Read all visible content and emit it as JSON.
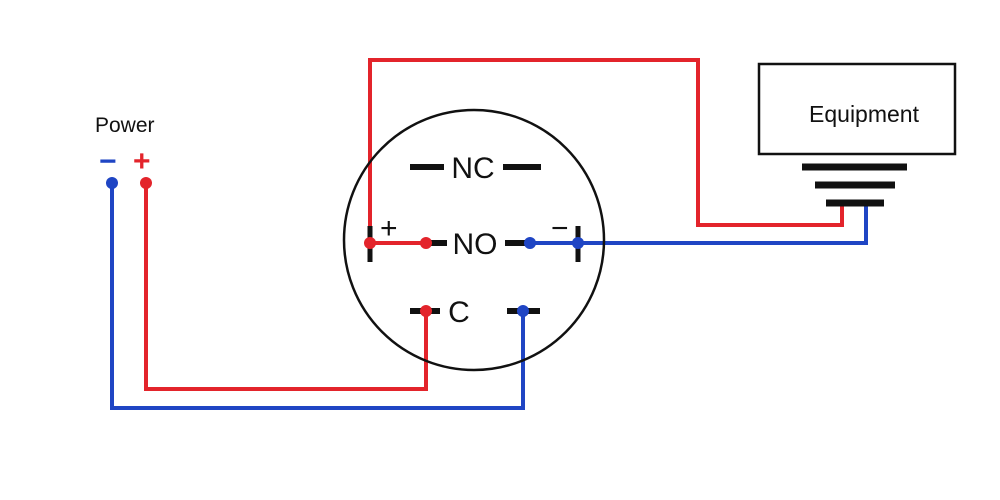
{
  "power": {
    "label": "Power",
    "minus_sign": "−",
    "plus_sign": "+"
  },
  "equipment": {
    "label": "Equipment"
  },
  "switch": {
    "nc_label": "NC",
    "no_label": "NO",
    "c_label": "C",
    "led_plus": "+",
    "led_minus": "−"
  },
  "colors": {
    "positive_wire": "#e3242b",
    "negative_wire": "#1f45c4",
    "outline": "#111111"
  }
}
